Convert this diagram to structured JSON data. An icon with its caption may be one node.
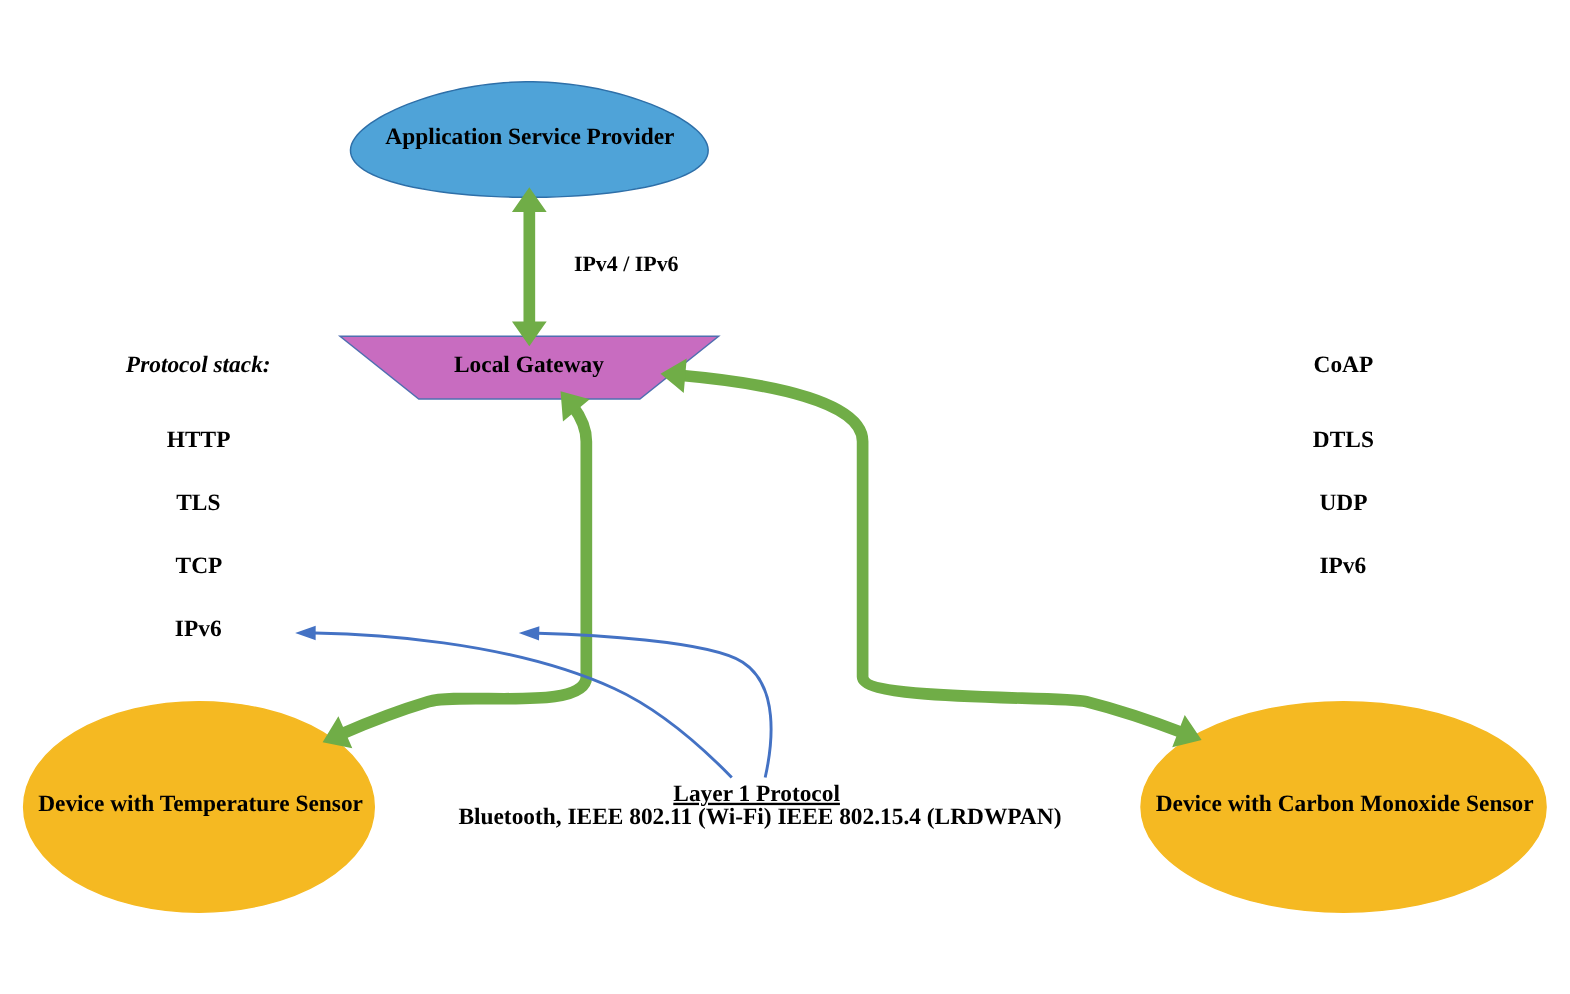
{
  "diagram": {
    "nodes": [
      {
        "text": [
          "Application Service Provider"
        ]
      },
      {
        "text": [
          "Local Gateway"
        ]
      },
      {
        "text": [
          "Device with Temperature Sensor"
        ]
      },
      {
        "text": [
          "Device with Carbon Monoxide Sensor"
        ]
      },
      {
        "text": [
          "Layer 1 Protocol",
          "Bluetooth, IEEE 802.11 (Wi-Fi) IEEE 802.15.4 (LRDWPAN)"
        ]
      }
    ],
    "edges": [
      {
        "from": 0,
        "to": 1,
        "arrow": "both",
        "label": "IPv4 / IPv6"
      },
      {
        "from": 1,
        "to": 2,
        "arrow": "both"
      },
      {
        "from": 1,
        "to": 3,
        "arrow": "both"
      },
      {
        "from": 4,
        "to": null,
        "arrow": "to",
        "color": "#4472c4"
      },
      {
        "from": 4,
        "to": null,
        "arrow": "to",
        "color": "#4472c4"
      }
    ],
    "labels": [
      "Protocol stack:",
      "HTTP",
      "TLS",
      "TCP",
      "IPv6",
      "CoAP",
      "DTLS",
      "UDP",
      "IPv6"
    ]
  }
}
